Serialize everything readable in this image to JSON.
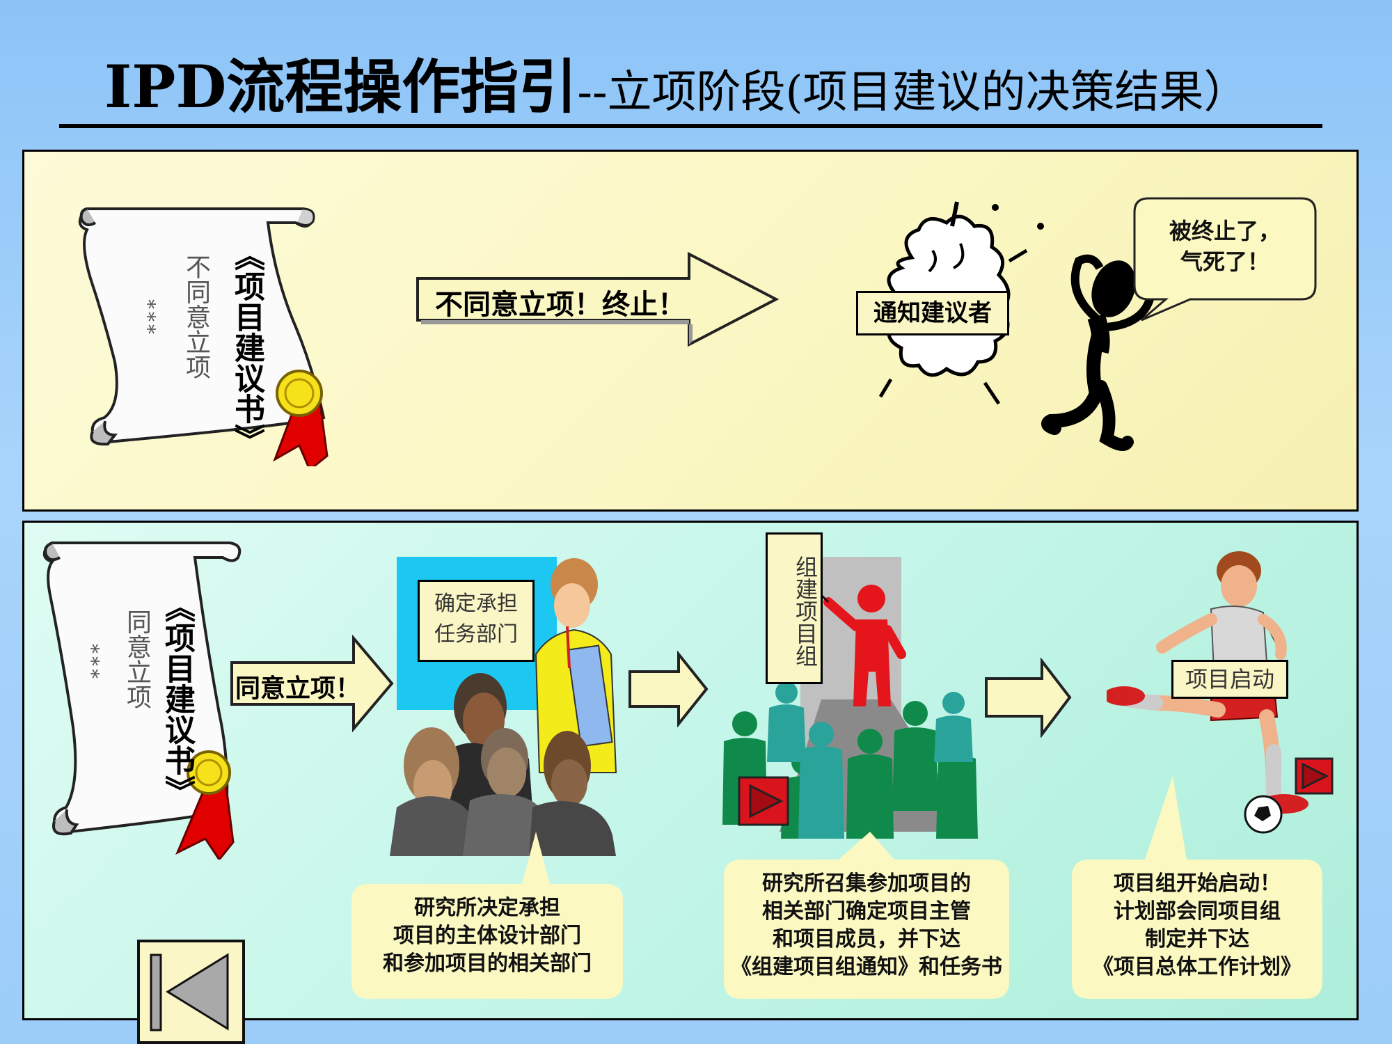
{
  "title": {
    "main": "IPD流程操作指引",
    "sub": "--立项阶段(项目建议的决策结果）"
  },
  "top": {
    "scroll": {
      "title": "《项目建议书》",
      "subtitle": "不同意立项",
      "stars": "***"
    },
    "arrow_label": "不同意立项！终止！",
    "notify_label": "通知建议者",
    "speech": [
      "被终止了，",
      "气死了！"
    ]
  },
  "bottom": {
    "scroll": {
      "title": "《项目建议书》",
      "subtitle": "同意立项",
      "stars": "***"
    },
    "arrow_label": "同意立项！",
    "step1": {
      "label": [
        "确定承担",
        "任务部门"
      ],
      "callout": [
        "研究所决定承担",
        "项目的主体设计部门",
        "和参加项目的相关部门"
      ]
    },
    "step2": {
      "label": "组建项目组",
      "callout": [
        "研究所召集参加项目的",
        "相关部门确定项目主管",
        "和项目成员，并下达",
        "《组建项目组通知》和任务书"
      ]
    },
    "step3": {
      "label": "项目启动",
      "callout": [
        "项目组开始启动！",
        "计划部会同项目组",
        "制定并下达",
        "《项目总体工作计划》"
      ]
    }
  },
  "nav": {
    "back_icon": "skip-back-icon"
  },
  "colors": {
    "panel_top": "#fbf7c3",
    "panel_bottom": "#c4f6e9",
    "arrow_fill": "#fbf7c3",
    "play_red": "#d9141d",
    "presenter_red": "#e4161b",
    "audience_green": "#0f8a4a",
    "audience_teal": "#2aa39a"
  }
}
